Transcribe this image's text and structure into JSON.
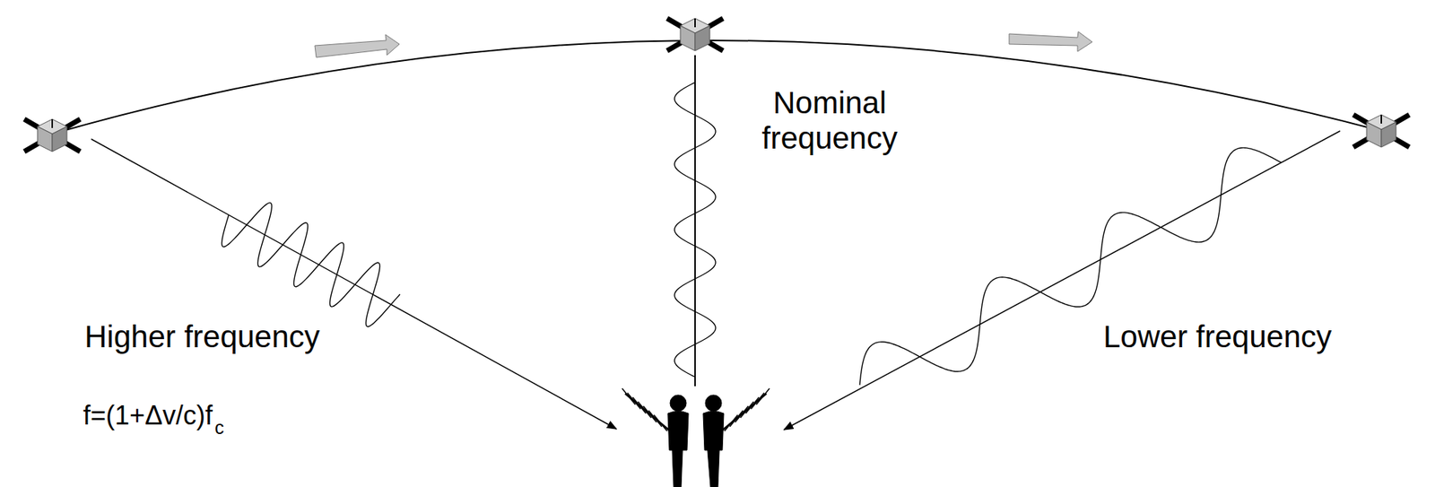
{
  "diagram": {
    "labels": [
      "Nominal frequency",
      "Higher frequency",
      "Lower frequency",
      "f=(1+Δv/c)f",
      "c"
    ]
  }
}
